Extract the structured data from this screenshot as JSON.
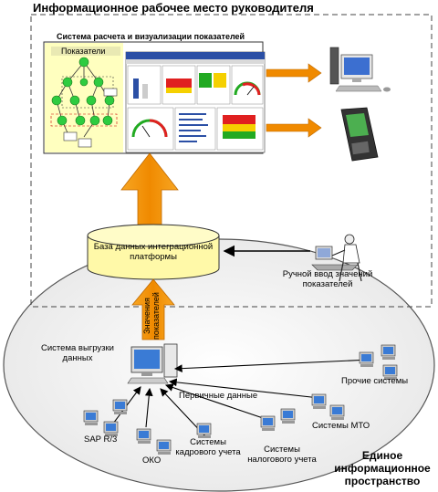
{
  "title": "Информационное рабочее место руководителя",
  "screenshot": {
    "title": "Система расчета и визуализации показателей",
    "tree_panel_label": "Показатели"
  },
  "database": {
    "label_line1": "База данных интеграционной",
    "label_line2": "платформы"
  },
  "manual_input": {
    "line1": "Ручной ввод значений",
    "line2": "показателей"
  },
  "arrow_label": {
    "line1": "Значения",
    "line2": "показателей"
  },
  "export_system": {
    "line1": "Система выгрузки",
    "line2": "данных"
  },
  "primary_data": "Первичные данные",
  "sources": {
    "sap": "SAP R/3",
    "oko": "ОКО",
    "hr_line1": "Системы",
    "hr_line2": "кадрового учета",
    "tax_line1": "Системы",
    "tax_line2": "налогового учета",
    "mto": "Системы МТО",
    "other": "Прочие системы"
  },
  "space_label": {
    "line1": "Единое",
    "line2": "информационное",
    "line3": "пространство"
  },
  "colors": {
    "orange_arrow": "#f39c12",
    "db_fill": "#fff9a8",
    "tree_node": "#2ecc40",
    "panel_yellow": "#ffffbf"
  }
}
